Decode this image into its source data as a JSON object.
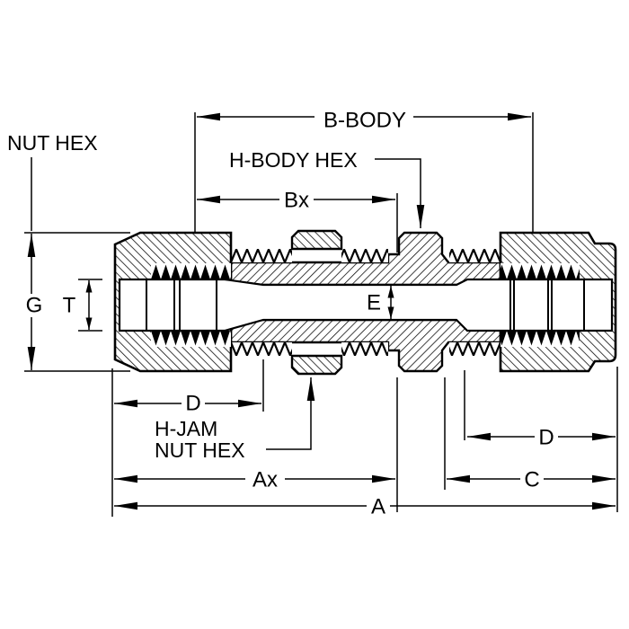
{
  "drawing": {
    "description": "Cross-section engineering diagram of a bulkhead tube fitting union with dimension callouts",
    "background_color": "#ffffff",
    "ink_color": "#000000",
    "labels": {
      "nut_hex": "NUT HEX",
      "b_body": "B-BODY",
      "h_body_hex": "H-BODY HEX",
      "bx": "Bx",
      "g": "G",
      "t": "T",
      "e": "E",
      "d_left": "D",
      "h_jam_line1": "H-JAM",
      "h_jam_line2": "NUT HEX",
      "ax": "Ax",
      "d_right": "D",
      "c": "C",
      "a": "A"
    }
  }
}
